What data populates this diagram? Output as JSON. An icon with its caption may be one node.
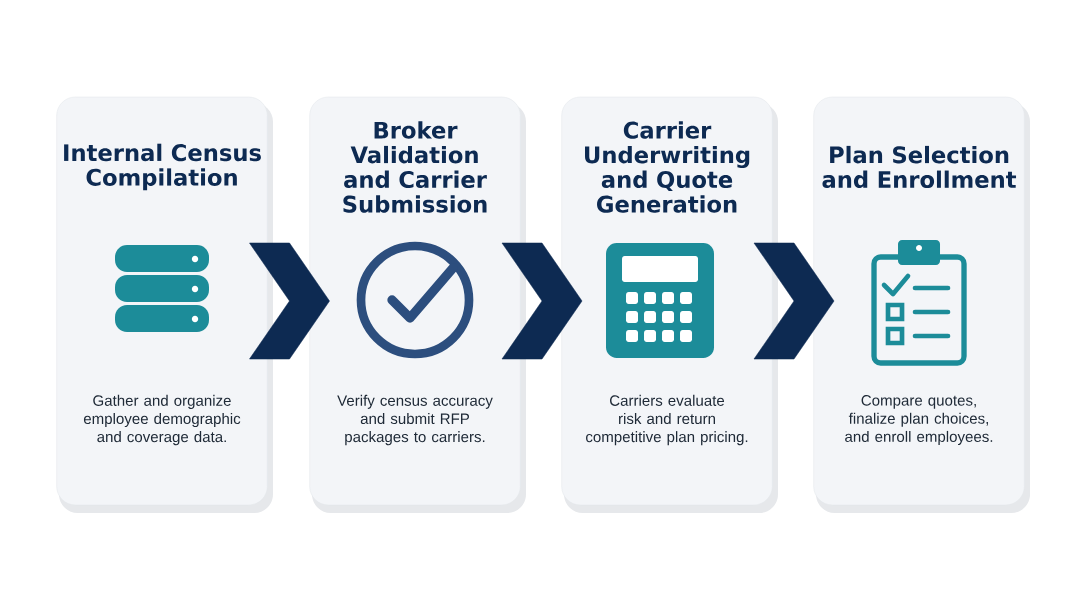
{
  "diagram": {
    "nodes": [
      {
        "text": [
          "Internal Census Compilation",
          "Gather and organize employee demographic and coverage data."
        ]
      },
      {
        "text": [
          "Broker Validation and Carrier Submission",
          "Verify census accuracy and submit RFP packages to carriers."
        ]
      },
      {
        "text": [
          "Carrier Underwriting and Quote Generation",
          "Carriers evaluate risk and return competitive plan pricing."
        ]
      },
      {
        "text": [
          "Plan Selection and Enrollment",
          "Compare quotes, finalize plan choices, and enroll employees."
        ]
      }
    ],
    "edges": [
      {
        "from": 0,
        "to": 1,
        "arrow": "to"
      },
      {
        "from": 1,
        "to": 2,
        "arrow": "to"
      },
      {
        "from": 2,
        "to": 3,
        "arrow": "to"
      }
    ]
  }
}
